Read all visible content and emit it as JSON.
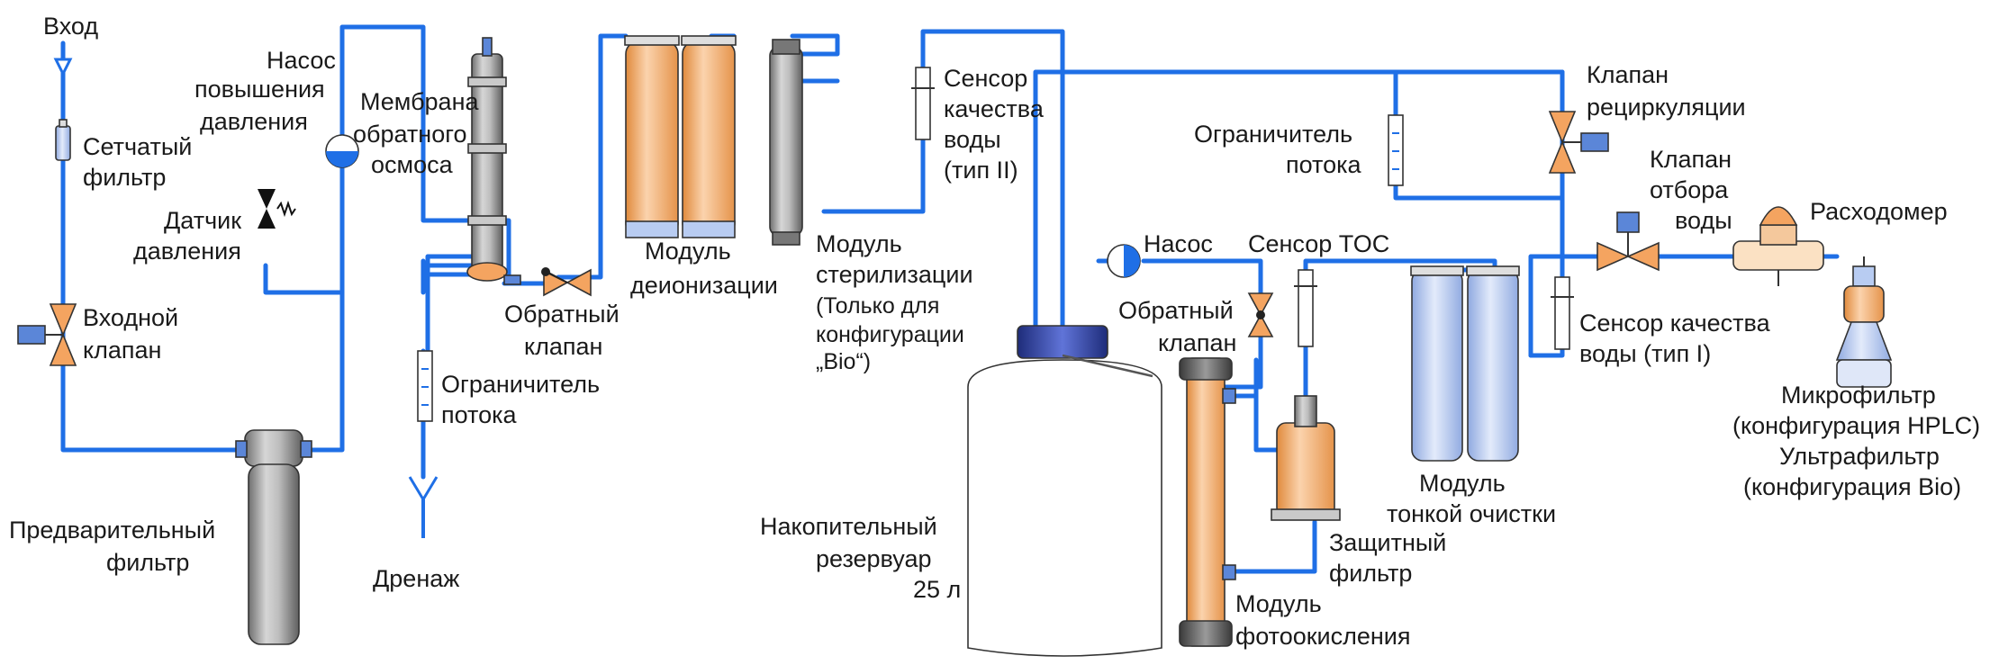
{
  "colors": {
    "pipe": "#1f6fe6",
    "valve": "#f4a460",
    "filter": "#f2b07a",
    "ultrafilter": "#b8ccf2",
    "housing": "#a9a9a9",
    "tank_cap": "#2c3f9f"
  },
  "labels": {
    "inlet": "Вход",
    "mesh_filter": [
      "Сетчатый",
      "фильтр"
    ],
    "pressure_sensor": [
      "Датчик",
      "давления"
    ],
    "inlet_valve": [
      "Входной",
      "клапан"
    ],
    "prefilter": [
      "Предварительный",
      "фильтр"
    ],
    "booster_pump": [
      "Насос",
      "повышения",
      "давления"
    ],
    "ro_membrane": [
      "Мембрана",
      "обратного",
      "осмоса"
    ],
    "check_valve_1": [
      "Обратный",
      "клапан"
    ],
    "flow_limiter_1": [
      "Ограничитель",
      "потока"
    ],
    "drain": "Дренаж",
    "deion_module": [
      "Модуль",
      "деионизации"
    ],
    "sterilization_module": [
      "Модуль",
      "стерилизации",
      "(Только для",
      "конфигурации",
      "„Bio“)"
    ],
    "quality_sensor_2": [
      "Сенсор",
      "качества",
      "воды",
      "(тип II)"
    ],
    "storage_tank": [
      "Накопительный",
      "резервуар",
      "25 л"
    ],
    "pump": "Насос",
    "check_valve_2": [
      "Обратный",
      "клапан"
    ],
    "toc_sensor": "Сенсор TOC",
    "photooxidation_module": [
      "Модуль",
      "фотоокисления"
    ],
    "protective_filter": [
      "Защитный",
      "фильтр"
    ],
    "fine_module": [
      "Модуль",
      "тонкой очистки"
    ],
    "flow_limiter_2": [
      "Ограничитель",
      "потока"
    ],
    "recirc_valve": [
      "Клапан",
      "рециркуляции"
    ],
    "sampling_valve": [
      "Клапан",
      "отбора",
      "воды"
    ],
    "flowmeter": "Расходомер",
    "quality_sensor_1": [
      "Сенсор качества",
      "воды (тип I)"
    ],
    "final_filter": [
      "Микрофильтр",
      "(конфигурация HPLC)",
      "Ультрафильтр",
      "(конфигурация Bio)"
    ]
  }
}
